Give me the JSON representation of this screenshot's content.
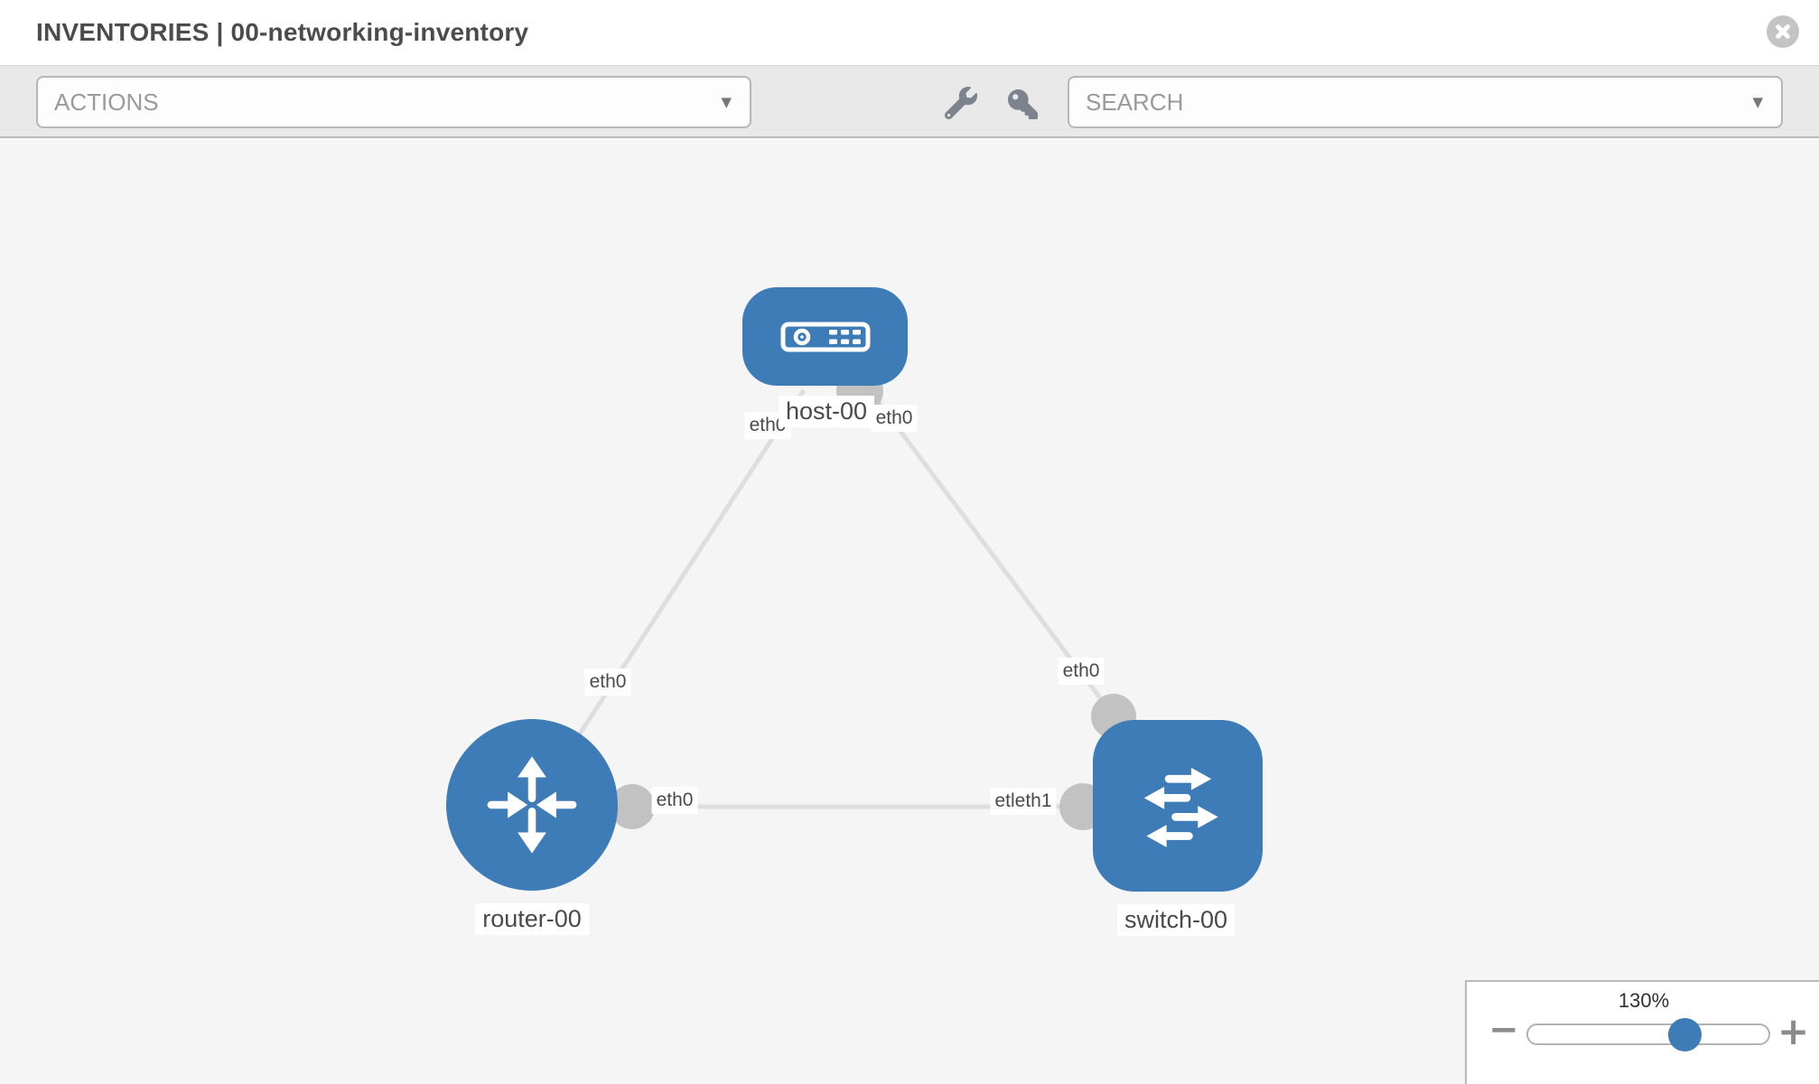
{
  "header": {
    "title": "INVENTORIES | 00-networking-inventory"
  },
  "toolbar": {
    "actions_label": "ACTIONS",
    "search_placeholder": "SEARCH",
    "caret_glyph": "▼"
  },
  "diagram": {
    "nodes": {
      "host": {
        "label": "host-00",
        "type": "host"
      },
      "router": {
        "label": "router-00",
        "type": "router"
      },
      "switch": {
        "label": "switch-00",
        "type": "switch"
      }
    },
    "interfaces": {
      "host_left": "eth0",
      "host_right": "eth0",
      "router_uplink": "eth0",
      "switch_uplink": "eth0",
      "router_link": "eth0",
      "switch_link": "etleth1"
    },
    "links": [
      {
        "from": "router-00",
        "to": "host-00"
      },
      {
        "from": "host-00",
        "to": "switch-00"
      },
      {
        "from": "router-00",
        "to": "switch-00"
      }
    ]
  },
  "zoom_control": {
    "level": "130%",
    "minus_glyph": "−",
    "plus_glyph": "+"
  },
  "colors": {
    "node_blue": "#3d7cb6",
    "edge_gray": "#dedede",
    "port_gray": "#c2c2c2",
    "toolbar_bg": "#e9e9e9",
    "canvas_bg": "#f5f5f5",
    "close_circle": "#c4c4c4"
  }
}
